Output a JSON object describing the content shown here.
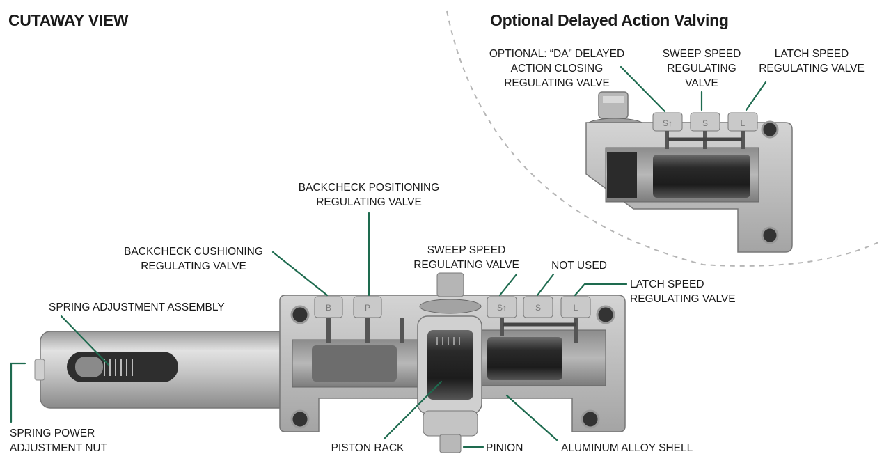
{
  "headings": {
    "cutaway": "CUTAWAY VIEW",
    "optional": "Optional Delayed Action Valving"
  },
  "colors": {
    "leader_line": "#1e6b4f",
    "metal_light": "#c9c9c9",
    "metal_mid": "#a9a9a9",
    "metal_dark": "#3a3a3a",
    "divider": "#b5b5b5"
  },
  "inset_labels": {
    "da_valve": [
      "OPTIONAL: “DA” DELAYED",
      "ACTION CLOSING",
      "REGULATING VALVE"
    ],
    "sweep_valve": [
      "SWEEP SPEED",
      "REGULATING",
      "VALVE"
    ],
    "latch_valve": [
      "LATCH SPEED",
      "REGULATING VALVE"
    ]
  },
  "main_labels": {
    "backcheck_positioning": [
      "BACKCHECK POSITIONING",
      "REGULATING VALVE"
    ],
    "backcheck_cushioning": [
      "BACKCHECK CUSHIONING",
      "REGULATING VALVE"
    ],
    "sweep_valve": [
      "SWEEP SPEED",
      "REGULATING VALVE"
    ],
    "not_used": [
      "NOT USED"
    ],
    "latch_valve": [
      "LATCH SPEED",
      "REGULATING VALVE"
    ],
    "spring_adjustment": [
      "SPRING ADJUSTMENT ASSEMBLY"
    ],
    "spring_power_nut": [
      "SPRING POWER",
      "ADJUSTMENT NUT"
    ],
    "piston_rack": [
      "PISTON RACK"
    ],
    "pinion": [
      "PINION"
    ],
    "shell": [
      "ALUMINUM ALLOY SHELL"
    ]
  },
  "valve_caps": {
    "main": [
      "B",
      "P",
      "S↑",
      "S",
      "L"
    ],
    "inset": [
      "S↑",
      "S",
      "L"
    ]
  }
}
